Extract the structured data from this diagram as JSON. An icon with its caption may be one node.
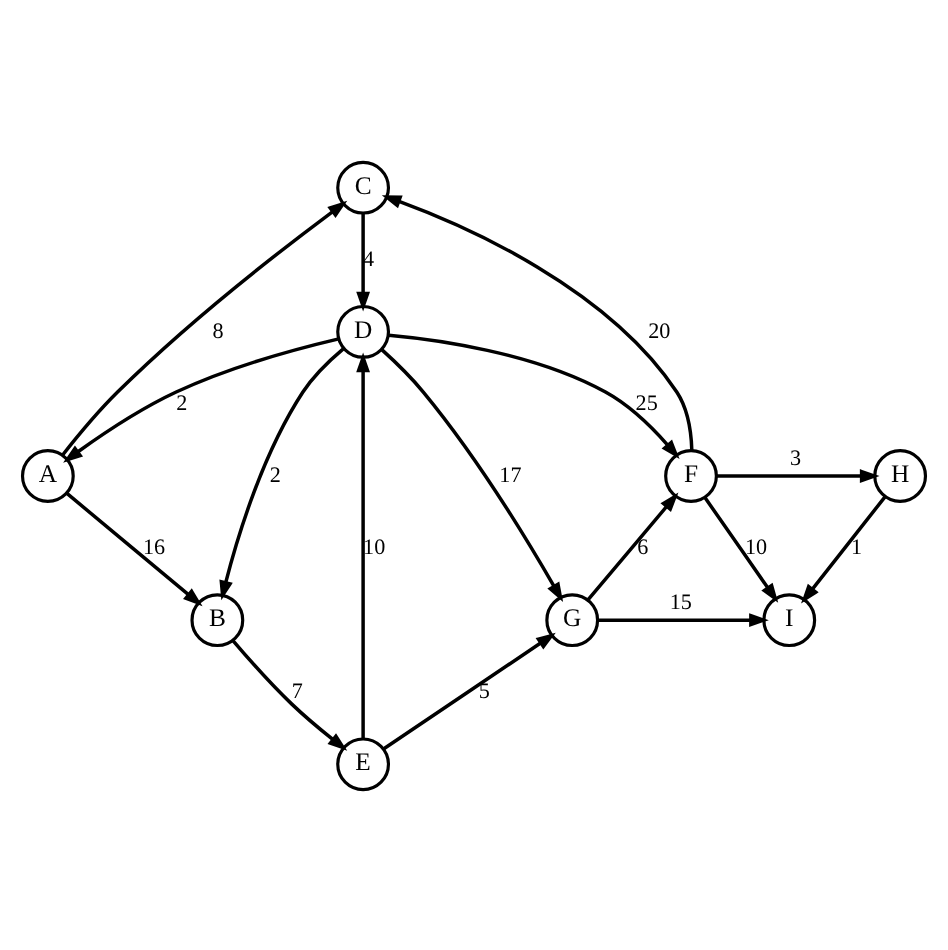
{
  "diagram": {
    "nodes": [
      {
        "text": [
          "C"
        ]
      },
      {
        "text": [
          "A"
        ]
      },
      {
        "text": [
          "F"
        ]
      },
      {
        "text": [
          "H"
        ]
      },
      {
        "text": [
          "D"
        ]
      },
      {
        "text": [
          "B"
        ]
      },
      {
        "text": [
          "G"
        ]
      },
      {
        "text": [
          "I"
        ]
      },
      {
        "text": [
          "E"
        ]
      }
    ],
    "edges": [
      {
        "from": 1,
        "to": 0,
        "arrow": "to",
        "label": "8"
      },
      {
        "from": 0,
        "to": 4,
        "arrow": "to",
        "label": "4"
      },
      {
        "from": 2,
        "to": 0,
        "arrow": "to",
        "label": "20"
      },
      {
        "from": 2,
        "to": 3,
        "arrow": "to",
        "label": "3"
      },
      {
        "from": 3,
        "to": 7,
        "arrow": "to",
        "label": "1"
      },
      {
        "from": 1,
        "to": 5,
        "arrow": "to",
        "label": "16"
      },
      {
        "from": 4,
        "to": 1,
        "arrow": "to",
        "label": "2"
      },
      {
        "from": 4,
        "to": 2,
        "arrow": "to",
        "label": "25"
      },
      {
        "from": 4,
        "to": 5,
        "arrow": "to",
        "label": "2"
      },
      {
        "from": 4,
        "to": 6,
        "arrow": "to",
        "label": "17"
      },
      {
        "from": 6,
        "to": 2,
        "arrow": "to",
        "label": "6"
      },
      {
        "from": 2,
        "to": 7,
        "arrow": "to",
        "label": "10"
      },
      {
        "from": 8,
        "to": 4,
        "arrow": "to",
        "label": "10"
      },
      {
        "from": 5,
        "to": 8,
        "arrow": "to",
        "label": "7"
      },
      {
        "from": 8,
        "to": 6,
        "arrow": "to",
        "label": "5"
      },
      {
        "from": 6,
        "to": 7,
        "arrow": "to",
        "label": "15"
      }
    ]
  }
}
